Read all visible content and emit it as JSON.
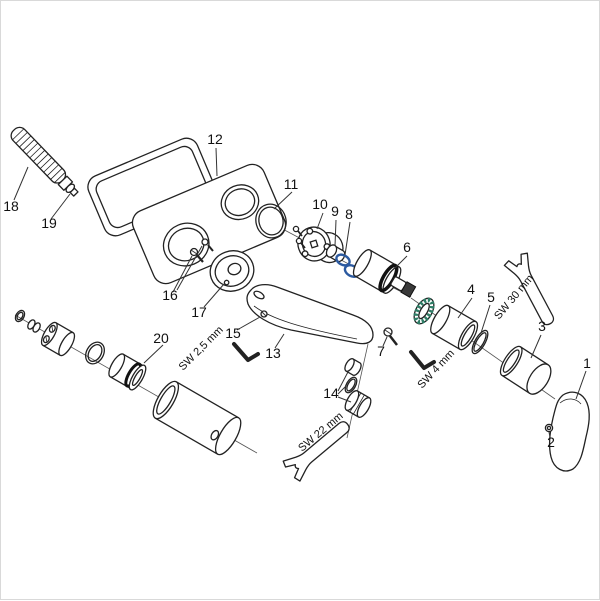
{
  "figure": {
    "type": "exploded-parts-diagram",
    "background": "#ffffff",
    "accents": {
      "oring_blue": "#2c5aa0",
      "knurl_green": "#2e7d66"
    },
    "part_labels": {
      "p1": "1",
      "p2": "2",
      "p3": "3",
      "p4": "4",
      "p5": "5",
      "p6": "6",
      "p7": "7",
      "p8": "8",
      "p9": "9",
      "p10": "10",
      "p11": "11",
      "p12": "12",
      "p13": "13",
      "p14": "14",
      "p15": "15",
      "p16": "16",
      "p17": "17",
      "p18": "18",
      "p19": "19",
      "p20": "20"
    },
    "tool_labels": {
      "sw_2_5": "SW 2,5 mm",
      "sw_4": "SW 4 mm",
      "sw_22": "SW 22 mm",
      "sw_30": "SW 30 mm"
    }
  }
}
